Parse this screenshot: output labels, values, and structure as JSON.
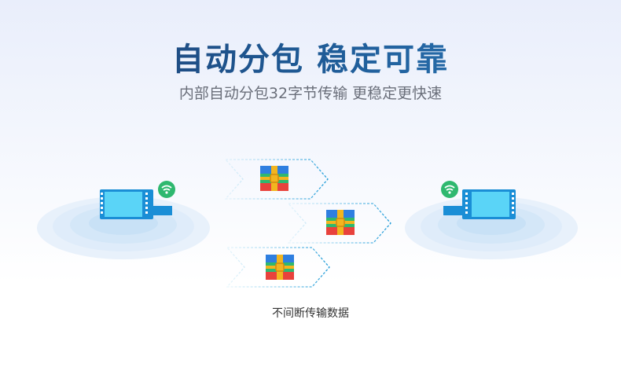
{
  "header": {
    "title": "自动分包 稳定可靠",
    "subtitle": "内部自动分包32字节传输 更稳定更快速"
  },
  "caption": "不间断传输数据",
  "icons": {
    "left_device": "wireless-module-icon",
    "right_device": "wireless-module-icon",
    "signal": "wifi-signal-icon",
    "packet": "data-packet-icon"
  },
  "colors": {
    "accent": "#1f8dd6",
    "signal_green": "#2fb86f",
    "board": "#1a9be0",
    "screen": "#5fd3f5"
  }
}
